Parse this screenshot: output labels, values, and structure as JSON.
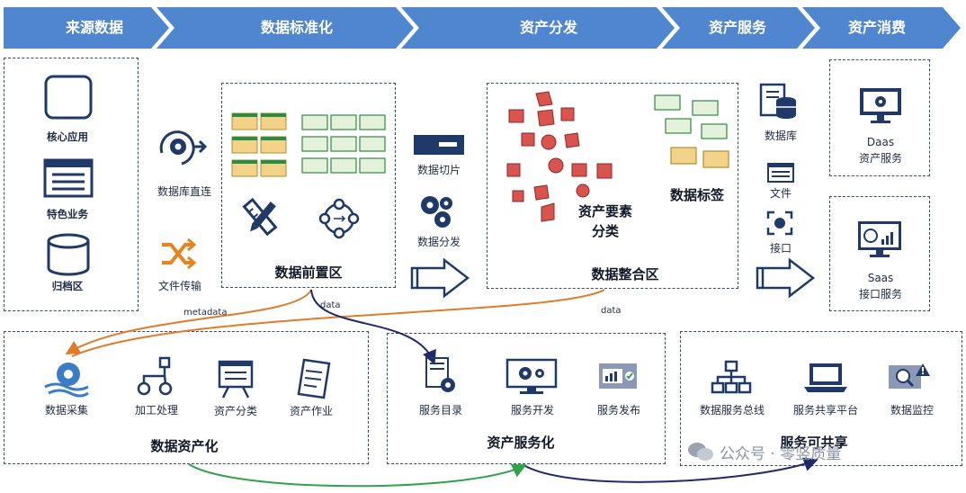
{
  "header": {
    "stages": [
      "来源数据",
      "数据标准化",
      "资产分发",
      "资产服务",
      "资产消费"
    ]
  },
  "sources": {
    "items": [
      "核心应用",
      "特色业务",
      "归档区"
    ]
  },
  "ingest": {
    "db_direct": "数据库直连",
    "file_transfer": "文件传输"
  },
  "front_zone": {
    "title": "数据前置区"
  },
  "distribution": {
    "slice": "数据切片",
    "distribute": "数据分发"
  },
  "integration": {
    "title": "数据整合区",
    "elements": "资产要素",
    "classify": "分类",
    "tags": "数据标签"
  },
  "service_out": {
    "database": "数据库",
    "file": "文件",
    "api": "接口"
  },
  "consumers": {
    "daas_title": "Daas",
    "daas_sub": "资产服务",
    "saas_title": "Saas",
    "saas_sub": "接口服务"
  },
  "flows": {
    "metadata": "metadata",
    "data1": "data",
    "data2": "data"
  },
  "assetization": {
    "items": [
      "数据采集",
      "加工处理",
      "资产分类",
      "资产作业"
    ],
    "title": "数据资产化"
  },
  "service_layer": {
    "items": [
      "服务目录",
      "服务开发",
      "服务发布"
    ],
    "title": "资产服务化"
  },
  "sharing": {
    "items": [
      "数据服务总线",
      "服务共享平台",
      "数据监控"
    ],
    "title": "服务可共享"
  },
  "watermark": "公众号 · 零竖质量",
  "colors": {
    "header": "#4f86cf",
    "orange": "#e07b2a",
    "navy": "#1e2a6b",
    "green": "#2fa34a",
    "red": "#d9534f"
  }
}
